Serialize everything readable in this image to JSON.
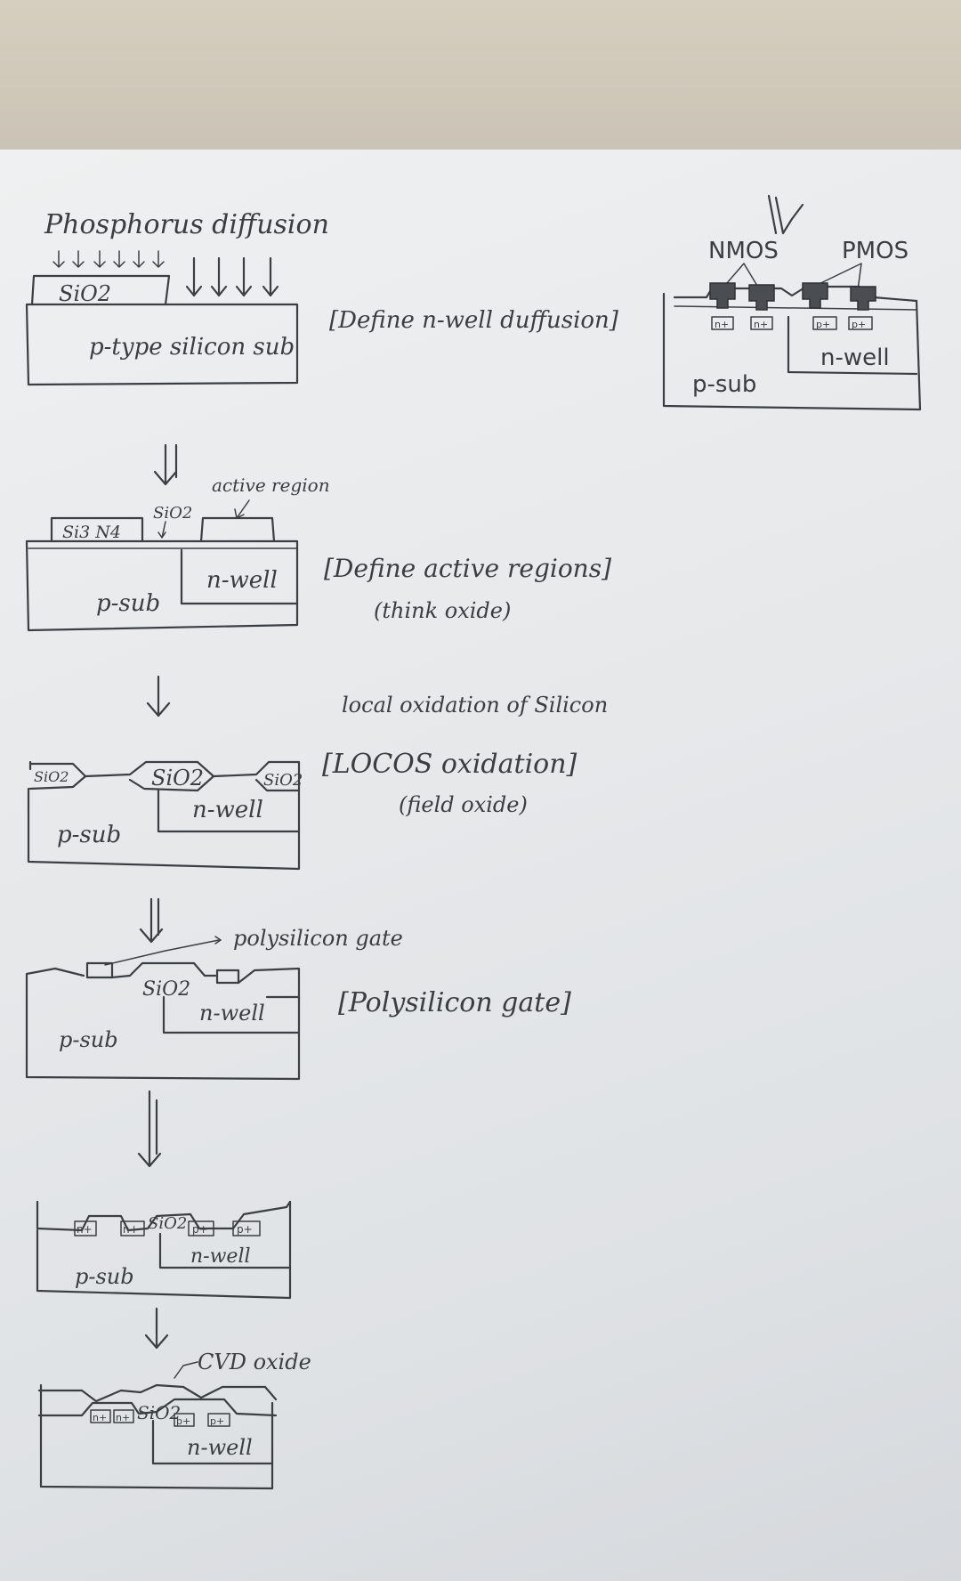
{
  "step1": {
    "title": "Phosphorus diffusion",
    "oxide": "SiO2",
    "substrate": "p-type silicon sub",
    "caption": "[Define n-well duffusion]"
  },
  "step2": {
    "nitride": "Si3 N4",
    "oxide": "SiO2",
    "active": "active region",
    "well": "n-well",
    "substrate": "p-sub",
    "caption": "[Define active regions]",
    "subcaption": "(think oxide)"
  },
  "step3": {
    "note": "local oxidation of Silicon",
    "oxide_left": "SiO2",
    "oxide_mid": "SiO2",
    "oxide_right": "SiO2",
    "well": "n-well",
    "substrate": "p-sub",
    "caption": "[LOCOS oxidation]",
    "subcaption": "(field oxide)"
  },
  "step4": {
    "gate_label": "polysilicon gate",
    "oxide": "SiO2",
    "well": "n-well",
    "substrate": "p-sub",
    "caption": "[Polysilicon gate]"
  },
  "step5": {
    "n1": "n+",
    "n2": "n+",
    "oxide": "SiO2",
    "p1": "p+",
    "p2": "p+",
    "well": "n-well",
    "substrate": "p-sub"
  },
  "step6": {
    "cvd": "CVD oxide",
    "n1": "n+",
    "n2": "n+",
    "oxide": "SiO2",
    "p1": "p+",
    "p2": "p+",
    "well": "n-well"
  },
  "final": {
    "nmos": "NMOS",
    "pmos": "PMOS",
    "n1": "n+",
    "n2": "n+",
    "p1": "p+",
    "p2": "p+",
    "well": "n-well",
    "substrate": "p-sub"
  }
}
